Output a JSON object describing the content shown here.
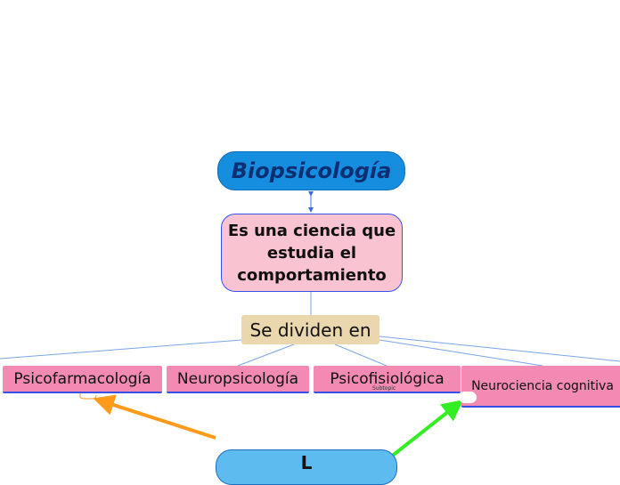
{
  "central": {
    "label": "Biopsicología"
  },
  "definition": {
    "label": "Es una ciencia que estudia el comportamiento"
  },
  "divide": {
    "label": "Se dividen en"
  },
  "subtopics": [
    {
      "label": "Psicofarmacología"
    },
    {
      "label": "Neuropsicología"
    },
    {
      "label": "Psicofisiológica"
    },
    {
      "label": "Neurociencia cognitiva"
    }
  ],
  "subtopic_placeholder": "Subtopic",
  "bottom": {
    "label": "L"
  },
  "colors": {
    "central_fill": "#168ee0",
    "definition_fill": "#f9c3d1",
    "divide_fill": "#ead7ad",
    "subtopic_fill": "#f28ab3",
    "bottom_fill": "#5dbbf0",
    "orange_arrow": "#ff9a1a",
    "green_arrow": "#33ee22",
    "connector": "#7aa5e8"
  }
}
